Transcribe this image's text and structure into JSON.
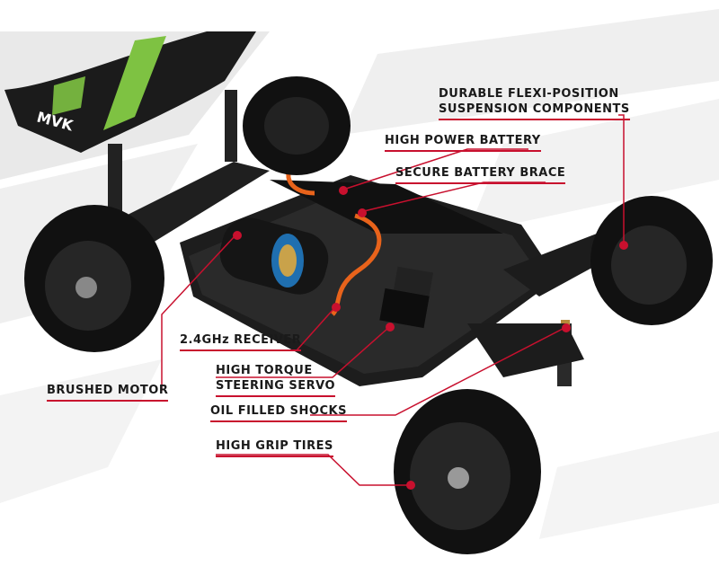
{
  "image": {
    "subject": "1/10 RC buggy chassis, cut-away view",
    "body_marking": "MVK",
    "accent_color": "#7ec242",
    "callout_color": "#c8102e"
  },
  "callouts": {
    "flexi_line1": "DURABLE FLEXI-POSITION",
    "flexi_line2": "SUSPENSION COMPONENTS",
    "battery": "HIGH POWER BATTERY",
    "brace": "SECURE BATTERY BRACE",
    "receiver": "2.4GHz RECEIVER",
    "servo_line1": "HIGH TORQUE",
    "servo_line2": "STEERING SERVO",
    "motor": "BRUSHED MOTOR",
    "shocks": "OIL FILLED SHOCKS",
    "tires": "HIGH GRIP TIRES"
  }
}
